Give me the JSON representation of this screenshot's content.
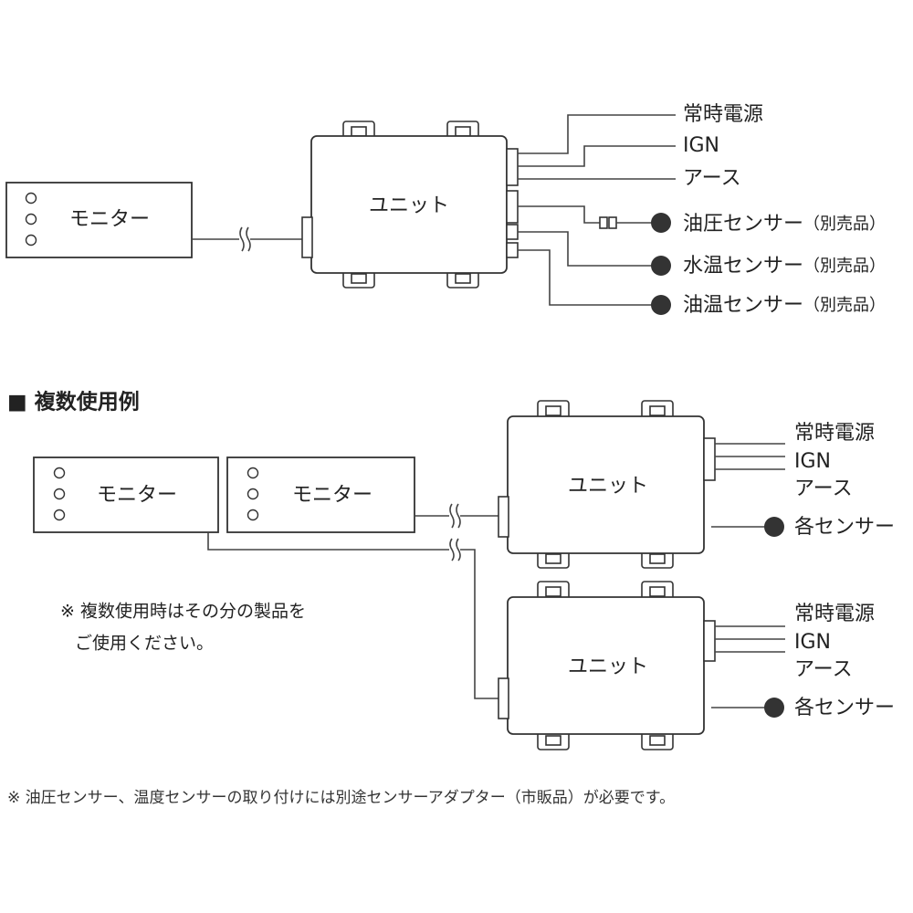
{
  "top_diagram": {
    "monitor_label": "モニター",
    "unit_label": "ユニット",
    "wire_labels": [
      "常時電源",
      "IGN",
      "アース"
    ],
    "sensors": [
      {
        "name": "油圧センサー",
        "note": "（別売品）"
      },
      {
        "name": "水温センサー",
        "note": "（別売品）"
      },
      {
        "name": "油温センサー",
        "note": "（別売品）"
      }
    ]
  },
  "multi_diagram": {
    "heading": "■ 複数使用例",
    "monitor_labels": [
      "モニター",
      "モニター"
    ],
    "units": [
      {
        "label": "ユニット",
        "wire_labels": [
          "常時電源",
          "IGN",
          "アース"
        ],
        "sensor_label": "各センサー"
      },
      {
        "label": "ユニット",
        "wire_labels": [
          "常時電源",
          "IGN",
          "アース"
        ],
        "sensor_label": "各センサー"
      }
    ],
    "note_lines": [
      "※ 複数使用時はその分の製品を",
      "ご使用ください。"
    ]
  },
  "footnote": "※ 油圧センサー、温度センサーの取り付けには別途センサーアダプター（市販品）が必要です。"
}
